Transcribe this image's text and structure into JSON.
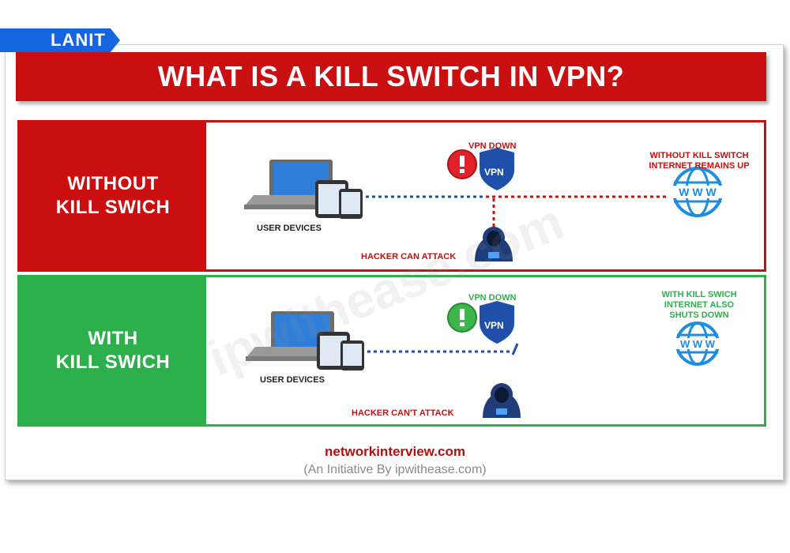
{
  "brand": {
    "name": "LANIT"
  },
  "title": "WHAT IS A KILL SWITCH IN VPN?",
  "watermark": "ipwithease.com",
  "without": {
    "side_label_line1": "WITHOUT",
    "side_label_line2": "KILL SWICH",
    "user_devices": "USER DEVICES",
    "vpn_down": "VPN DOWN",
    "vpn_badge": "VPN",
    "result_line1": "WITHOUT KILL SWITCH",
    "result_line2": "INTERNET REMAINS UP",
    "hacker": "HACKER CAN ATTACK",
    "www": "W W W"
  },
  "with": {
    "side_label_line1": "WITH",
    "side_label_line2": "KILL SWICH",
    "user_devices": "USER DEVICES",
    "vpn_down": "VPN DOWN",
    "vpn_badge": "VPN",
    "result_line1": "WITH KILL SWICH",
    "result_line2": "INTERNET ALSO",
    "result_line3": "SHUTS DOWN",
    "hacker": "HACKER CAN'T ATTACK",
    "www": "W W W"
  },
  "footer": {
    "site": "networkinterview.com",
    "initiative": "(An Initiative By ipwithease.com)"
  },
  "colors": {
    "red": "#c90f10",
    "green": "#2db04b",
    "blue": "#1565e0",
    "shield": "#1f4fa8"
  }
}
